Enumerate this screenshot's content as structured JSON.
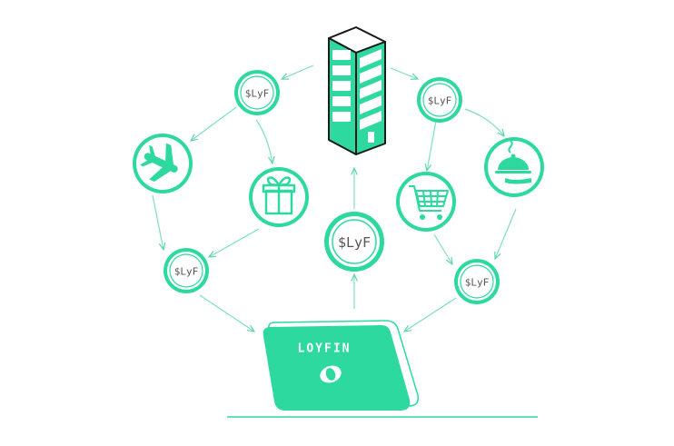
{
  "coins": {
    "top_left": "$LyF",
    "top_right": "$LyF",
    "center": "$LyF",
    "bottom_left": "$LyF",
    "bottom_right": "$LyF"
  },
  "laptop": {
    "brand": "LOYFIN"
  },
  "icons": {
    "building": "office-building-icon",
    "airplane": "airplane-icon",
    "gift": "gift-icon",
    "cart": "shopping-cart-icon",
    "food": "food-service-icon"
  },
  "colors": {
    "accent": "#2ed9a0",
    "outline": "#2ed9a0",
    "dark": "#1a1a1a",
    "arrow": "#7be0bf"
  }
}
